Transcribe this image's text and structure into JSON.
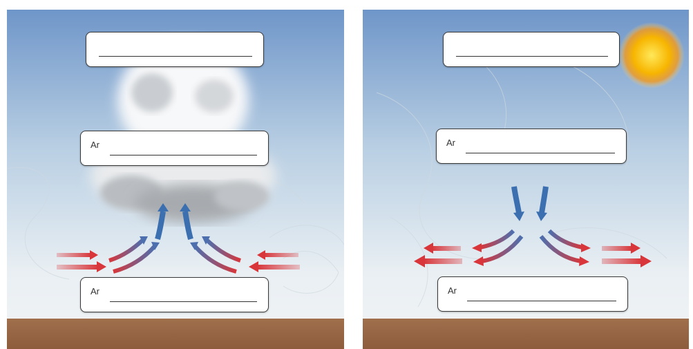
{
  "panels": [
    {
      "id": "low-pressure",
      "boxes": [
        {
          "prefix": ""
        },
        {
          "prefix": "Ar"
        },
        {
          "prefix": "Ar"
        }
      ]
    },
    {
      "id": "high-pressure",
      "boxes": [
        {
          "prefix": ""
        },
        {
          "prefix": "Ar"
        },
        {
          "prefix": "Ar"
        }
      ]
    }
  ],
  "colors": {
    "sky_top": "#6f96c9",
    "sky_bottom": "#e6eef2",
    "ground": "#9a6a48",
    "warm_arrow": "#d8363a",
    "cold_arrow": "#3b6fb0",
    "sun": "#f7b500"
  }
}
